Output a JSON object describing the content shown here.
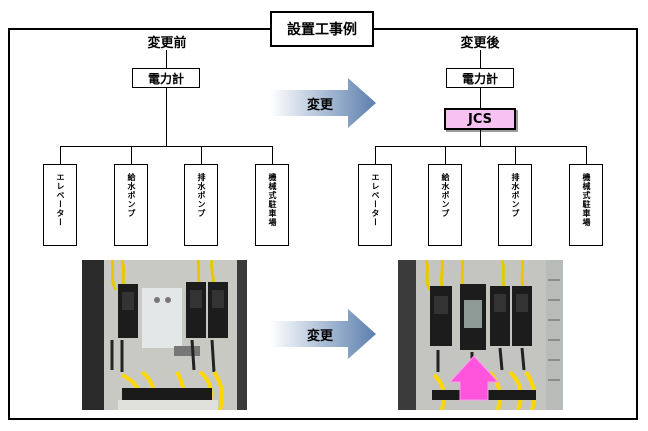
{
  "title": "設置工事例",
  "before": {
    "caption": "変更前",
    "meter": "電力計",
    "loads": [
      "エレベーター",
      "給水ポンプ",
      "排水ポンプ",
      "機械式駐車場"
    ]
  },
  "after": {
    "caption": "変更後",
    "meter": "電力計",
    "device": "JCS",
    "loads": [
      "エレベーター",
      "給水ポンプ",
      "排水ポンプ",
      "機械式駐車場"
    ]
  },
  "arrows": [
    "変更",
    "変更"
  ],
  "colors": {
    "arrow_fill_start": "#5b7fae",
    "arrow_fill_end": "#ffffff",
    "jcs_fill": "#f6c2f2",
    "highlight_arrow": "#ff55dd"
  }
}
